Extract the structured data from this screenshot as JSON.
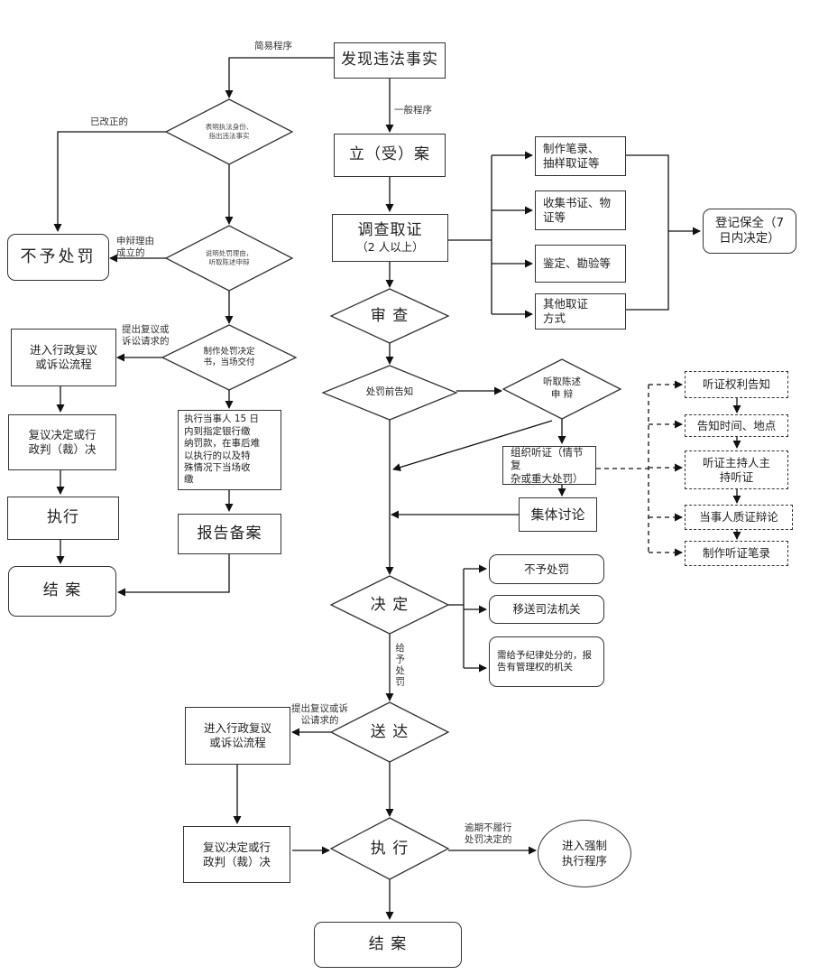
{
  "nodes": {
    "discover": "发现违法事实",
    "not_punish_left": "不予处罚",
    "case_file": "立（受）案",
    "investigate": "调查取证",
    "investigate_sub": "（2 人以上）",
    "record_sample": "制作笔录、\n抽样取证等",
    "collect_docs": "收集书证、物\n证等",
    "appraisal": "鉴定、勘验等",
    "other_evidence": "其他取证\n方式",
    "register_preserve": "登记保全（7\n日内决定）",
    "review": "审 查",
    "pre_notice": "处罚前告知",
    "hear_defense": "听取陈述\n申 辩",
    "organize_hearing": "组织听证（情节复\n杂或重大处罚）",
    "collective_discussion": "集体讨论",
    "hearing_right_notice": "听证权利告知",
    "notify_time_place": "告知时间、地点",
    "hearing_host": "听证主持人主\n持听证",
    "party_cross_exam": "当事人质证辩论",
    "hearing_record": "制作听证笔录",
    "decision": "决 定",
    "not_punish_right": "不予处罚",
    "transfer_judicial": "移送司法机关",
    "disciplinary": "需给予纪律处分的，报\n告有管理权的机关",
    "deliver": "送 达",
    "review_process_bottom": "进入行政复议\n或诉讼流程",
    "review_decision_bottom": "复议决定或行\n政判（裁）决",
    "execute_bottom": "执 行",
    "enforce": "进入强制\n执行程序",
    "close_bottom": "结 案",
    "show_id": "表明执法身份、\n指出违法事实",
    "explain_reason": "说明处罚理由，\n听取陈述申辩",
    "make_decision_doc": "制作处罚决定\n书，当场交付",
    "review_process_left": "进入行政复议\n或诉讼流程",
    "review_decision_left": "复议决定或行\n政判（裁）决",
    "execute_left": "执行",
    "close_left": "结 案",
    "pay_fine": "执行当事人 15 日\n内到指定银行缴\n纳罚款，在事后难\n以执行的以及特\n殊情况下当场收\n缴",
    "report_file": "报告备案"
  },
  "labels": {
    "simple_procedure": "简易程序",
    "general_procedure": "一般程序",
    "corrected": "已改正的",
    "defense_valid": "申辩理由\n成立的",
    "appeal_request_left": "提出复议或\n诉讼请求的",
    "give_punishment": "给予处罚",
    "appeal_request_bottom": "提出复议或诉\n讼请求的",
    "overdue": "逾期不履行\n处罚决定的"
  }
}
